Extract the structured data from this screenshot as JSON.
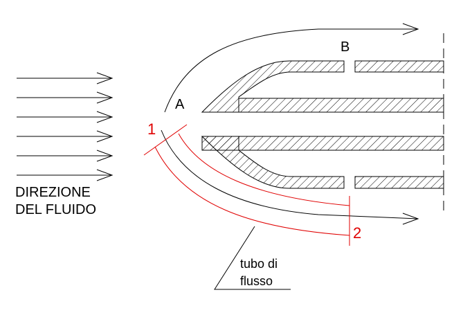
{
  "labels": {
    "flow_direction_line1": "DIREZIONE",
    "flow_direction_line2": "DEL FLUIDO",
    "point_a": "A",
    "point_b": "B",
    "section_1": "1",
    "section_2": "2",
    "flow_tube_line1": "tubo di",
    "flow_tube_line2": "flusso"
  },
  "colors": {
    "ink": "#000000",
    "flow_tube": "#e00000"
  }
}
